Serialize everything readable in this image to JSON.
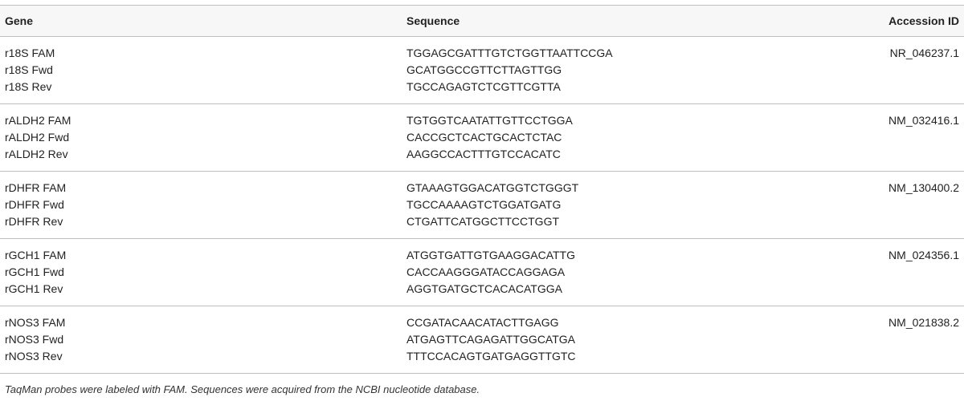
{
  "headers": {
    "gene": "Gene",
    "sequence": "Sequence",
    "accession": "Accession ID"
  },
  "rows": [
    {
      "genes": [
        "r18S FAM",
        "r18S Fwd",
        "r18S Rev"
      ],
      "sequences": [
        "TGGAGCGATTTGTCTGGTTAATTCCGA",
        "GCATGGCCGTTCTTAGTTGG",
        "TGCCAGAGTCTCGTTCGTTA"
      ],
      "accession": "NR_046237.1"
    },
    {
      "genes": [
        "rALDH2 FAM",
        "rALDH2 Fwd",
        "rALDH2 Rev"
      ],
      "sequences": [
        "TGTGGTCAATATTGTTCCTGGA",
        "CACCGCTCACTGCACTCTAC",
        "AAGGCCACTTTGTCCACATC"
      ],
      "accession": "NM_032416.1"
    },
    {
      "genes": [
        "rDHFR FAM",
        "rDHFR Fwd",
        "rDHFR Rev"
      ],
      "sequences": [
        "GTAAAGTGGACATGGTCTGGGT",
        "TGCCAAAAGTCTGGATGATG",
        "CTGATTCATGGCTTCCTGGT"
      ],
      "accession": "NM_130400.2"
    },
    {
      "genes": [
        "rGCH1 FAM",
        "rGCH1 Fwd",
        "rGCH1 Rev"
      ],
      "sequences": [
        "ATGGTGATTGTGAAGGACATTG",
        "CACCAAGGGATACCAGGAGA",
        "AGGTGATGCTCACACATGGA"
      ],
      "accession": "NM_024356.1"
    },
    {
      "genes": [
        "rNOS3 FAM",
        "rNOS3 Fwd",
        "rNOS3 Rev"
      ],
      "sequences": [
        "CCGATACAACATACTTGAGG",
        "ATGAGTTCAGAGATTGGCATGA",
        "TTTCCACAGTGATGAGGTTGTC"
      ],
      "accession": "NM_021838.2"
    }
  ],
  "footnote": "TaqMan probes were labeled with FAM. Sequences were acquired from the NCBI nucleotide database."
}
